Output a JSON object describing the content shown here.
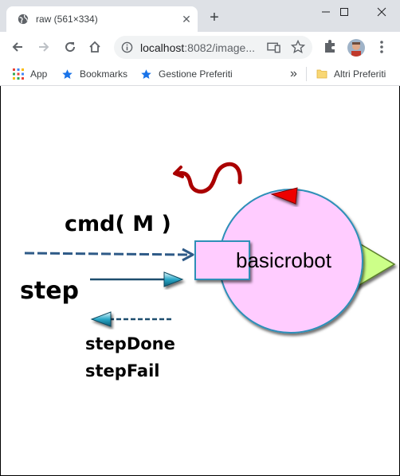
{
  "browser": {
    "tab_title": "raw (561×334)",
    "new_tab_label": "+",
    "close_tab_glyph": "✕",
    "url_host": "localhost",
    "url_rest": ":8082/image..."
  },
  "bookmarks_bar": {
    "items": [
      {
        "label": "App",
        "icon": "apps-grid-icon"
      },
      {
        "label": "Bookmarks",
        "icon": "star-icon"
      },
      {
        "label": "Gestione Preferiti",
        "icon": "star-icon"
      }
    ],
    "overflow_label": "»",
    "other_label": "Altri Preferiti"
  },
  "diagram": {
    "cmd_label": "cmd( M )",
    "step_label": "step",
    "step_done_label": "stepDone",
    "step_fail_label": "stepFail",
    "robot_label": "basicrobot",
    "colors": {
      "robot_fill": "#ffccff",
      "robot_stroke": "#2e8fb8",
      "red_arrow": "#ee0000",
      "green_nose": "#ccff88",
      "squiggle": "#aa0000"
    }
  }
}
